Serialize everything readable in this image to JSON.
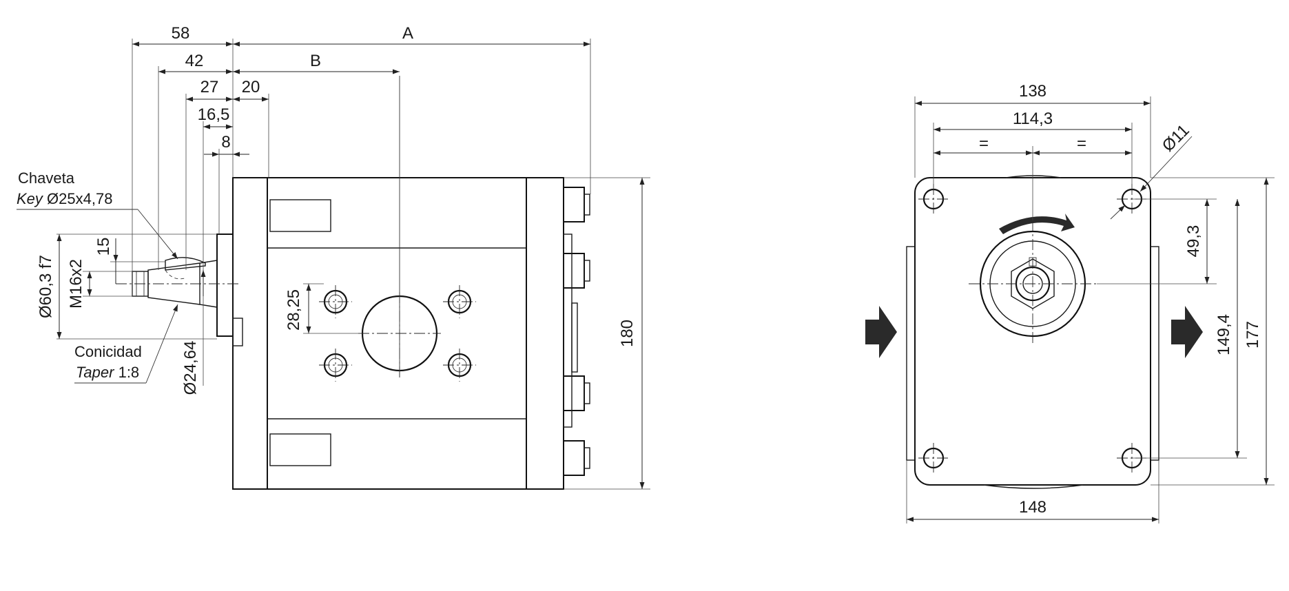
{
  "side_view": {
    "dims": {
      "d58": "58",
      "dA": "A",
      "d42": "42",
      "dB": "B",
      "d27": "27",
      "d20": "20",
      "d16_5": "16,5",
      "d8": "8",
      "d15": "15",
      "m16x2": "M16x2",
      "d60_3": "Ø60,3 f7",
      "d28_25": "28,25",
      "d24_64": "Ø24,64",
      "d180": "180"
    },
    "key_label_es": "Chaveta",
    "key_label_en": "Key",
    "key_value": "Ø25x4,78",
    "taper_label_es": "Conicidad",
    "taper_label_en": "Taper",
    "taper_value": "1:8"
  },
  "front_view": {
    "dims": {
      "d138": "138",
      "d114_3": "114,3",
      "eq_left": "=",
      "eq_right": "=",
      "d11": "Ø11",
      "d49_3": "49,3",
      "d149_4": "149,4",
      "d177": "177",
      "d148": "148"
    }
  }
}
